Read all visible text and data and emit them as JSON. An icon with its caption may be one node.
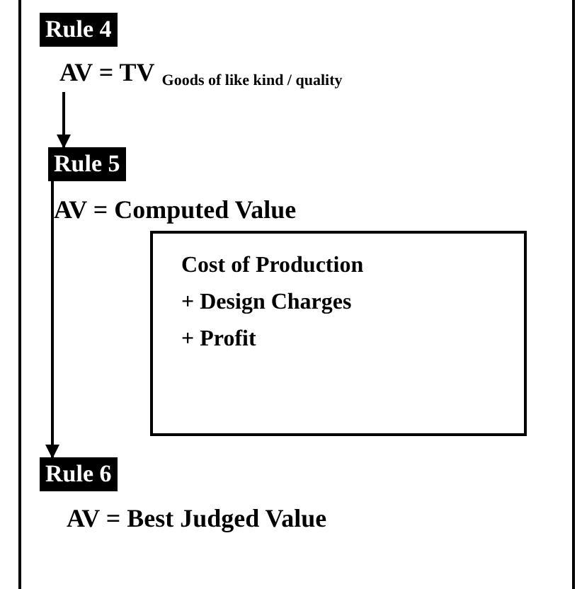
{
  "diagram": {
    "nodes": [
      {
        "text": [
          "Rule 4"
        ]
      },
      {
        "text": [
          "AV = TV",
          "Goods of like kind / quality"
        ]
      },
      {
        "text": [
          "Rule 5"
        ]
      },
      {
        "text": [
          "AV = Computed Value"
        ]
      },
      {
        "text": [
          "Cost of Production",
          "+ Design Charges",
          "+ Profit"
        ]
      },
      {
        "text": [
          "Rule 6"
        ]
      },
      {
        "text": [
          "AV = Best Judged Value"
        ]
      }
    ],
    "edges": [
      {
        "from": 1,
        "to": 2,
        "arrow": "to"
      },
      {
        "from": 2,
        "to": 5,
        "arrow": "to"
      }
    ]
  }
}
